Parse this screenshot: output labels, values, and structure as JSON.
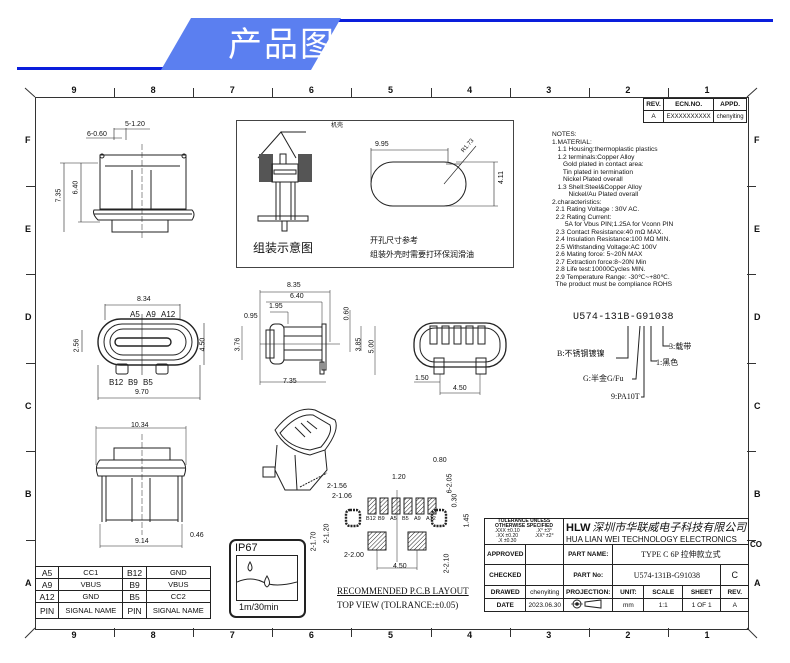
{
  "header": {
    "title": "产品图纸",
    "accent_color": "#0a1edc",
    "banner_color": "#5b7ff0"
  },
  "frame": {
    "columns": [
      "9",
      "8",
      "7",
      "6",
      "5",
      "4",
      "3",
      "2",
      "1"
    ],
    "rows": [
      "F",
      "E",
      "D",
      "C",
      "B",
      "A"
    ]
  },
  "revision_table": {
    "headers": [
      "REV.",
      "ECN.NO.",
      "APPD."
    ],
    "row": [
      "A",
      "EXXXXXXXXXX",
      "chenyiting"
    ]
  },
  "notes": {
    "lines": [
      "NOTES:",
      "1.MATERIAL:",
      "   1.1 Housing:thermoplastic plastics",
      "   1.2 terminals:Copper Alloy",
      "      Gold plated in contact area:",
      "      Tin plated in termination",
      "      Nickel Plated overall",
      "   1.3 Shell:Steel&Copper Alloy",
      "         Nickel/Au Plated overall",
      "2.characteristics:",
      "  2.1 Rating Voltage : 30V AC.",
      "  2.2 Rating Current:",
      "       5A for Vbus PIN;1.25A for Vconn PIN",
      "  2.3 Contact Resistance:40 mΩ MAX.",
      "  2.4 Insulation Resistance:100 MΩ MIN.",
      "  2.5 Withstanding Voltage:AC 100V",
      "  2.6 Mating force: 5~20N MAX",
      "  2.7 Extraction force:8~20N Min",
      "  2.8 Life test:10000Cycles MIN.",
      "  2.9 Temperature Range: -30℃~+80℃.",
      "  The product must be compliance ROHS"
    ]
  },
  "part_code": {
    "code": "U574-131B-G91038",
    "legend": [
      {
        "key": "B",
        "text": "B:不锈钢镀镍"
      },
      {
        "key": "G",
        "text": "G:半金G/Fu"
      },
      {
        "key": "9",
        "text": "9:PA10T"
      },
      {
        "key": "1",
        "text": "1:黑色"
      },
      {
        "key": "3",
        "text": "3:载带"
      }
    ]
  },
  "assembly_box": {
    "label_shell": "机壳",
    "caption": "组装示意图",
    "note1": "开孔尺寸参考",
    "note2": "组装外壳时需要打环保润滑油",
    "dim_width": "9.95",
    "dim_radius": "R1.73",
    "dim_height": "4.11"
  },
  "side_view": {
    "dims": [
      "5-1.20",
      "6-0.60",
      "7.35",
      "6.40"
    ]
  },
  "front_view": {
    "dims": [
      "8.34",
      "9.70",
      "2.56",
      "4.50"
    ],
    "pins_top": [
      "A5",
      "A9",
      "A12"
    ],
    "pins_bottom": [
      "B12",
      "B9",
      "B5"
    ]
  },
  "profile_view": {
    "dims": [
      "8.35",
      "6.40",
      "1.95",
      "0.95",
      "0.60",
      "3.76",
      "3.85",
      "5.00",
      "7.35"
    ]
  },
  "rear_view": {
    "dims": [
      "1.50",
      "4.50"
    ]
  },
  "bottom_view": {
    "dims": [
      "10.34",
      "9.14",
      "0.46"
    ]
  },
  "pcb_layout": {
    "title": "RECOMMENDED P.C.B LAYOUT",
    "subtitle": "TOP VIEW (TOLRANCE:±0.05)",
    "pad_labels": [
      "B12",
      "B9",
      "A5",
      "B5",
      "A9",
      "A12"
    ],
    "dims": [
      "0.80",
      "1.20",
      "6-2.05",
      "2-1.56",
      "2-1.06",
      "0.30",
      "1.45",
      "2-1.70",
      "2-1.20",
      "2-2.00",
      "4.50",
      "2-2.10"
    ]
  },
  "ip_badge": {
    "rating": "IP67",
    "depth": "1m/30min"
  },
  "pin_table": {
    "rows": [
      [
        "A5",
        "CC1",
        "B12",
        "GND"
      ],
      [
        "A9",
        "VBUS",
        "B9",
        "VBUS"
      ],
      [
        "A12",
        "GND",
        "B5",
        "CC2"
      ]
    ],
    "footer": [
      "PIN",
      "SIGNAL NAME",
      "PIN",
      "SIGNAL NAME"
    ]
  },
  "title_block": {
    "tolerance_header": "TOLERANCE UNLESS OTHERWISE SPECIFIED",
    "tolerances": [
      ".XXX ±0.10",
      ".XX ±0.20",
      ".X ±0.30"
    ],
    "angle_tolerances": [
      ".X° ±3°",
      ".XX° ±2°"
    ],
    "company_cn": "深圳市华联威电子科技有限公司",
    "company_en": "HUA LIAN WEI TECHNOLOGY ELECTRONICS",
    "company_en_overflow": "CO",
    "logo": "HLW",
    "approved_label": "APPROVED",
    "checked_label": "CHECKED",
    "drawed_label": "DRAWED",
    "drawed_value": "chenyiting",
    "date_label": "DATE",
    "date_value": "2023.06.30",
    "part_name_label": "PART NAME:",
    "part_name_value": "TYPE C 6P 拉伸款立式",
    "part_no_label": "PART No:",
    "part_no_value": "U574-131B-G91038",
    "part_rev_value": "C",
    "projection_label": "PROJECTION:",
    "unit_label": "UNIT:",
    "unit_value": "mm",
    "scale_label": "SCALE",
    "scale_value": "1:1",
    "sheet_label": "SHEET",
    "sheet_value": "1 OF 1",
    "rev_label": "REV.",
    "rev_value": "A"
  }
}
